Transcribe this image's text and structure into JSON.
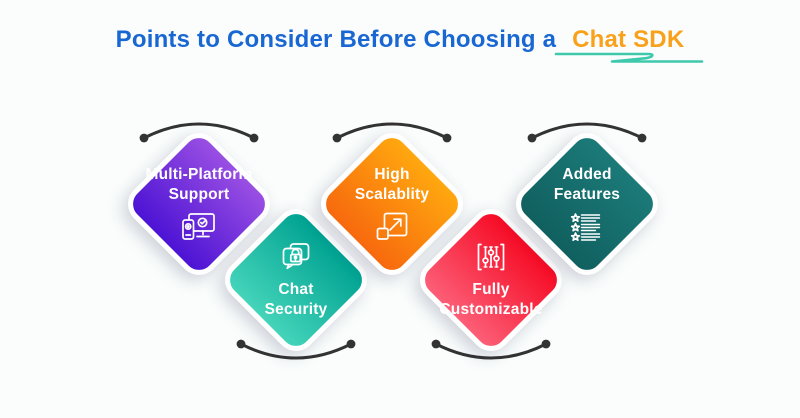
{
  "title": {
    "prefix": "Points to Consider Before Choosing a",
    "highlight": "Chat SDK"
  },
  "colors": {
    "background": "#fafdfc",
    "title_blue": "#1967d2",
    "title_orange": "#f9a11b",
    "squiggle_teal": "#3fc9ac",
    "arc_dark": "#333333",
    "card_text": "#ffffff"
  },
  "cards": [
    {
      "label_line1": "Multi-Platform",
      "label_line2": "Support",
      "icon": "devices-icon",
      "position": "top",
      "gradient_top": "#9a4fe3",
      "gradient_bottom": "#4c13d4"
    },
    {
      "label_line1": "Chat",
      "label_line2": "Security",
      "icon": "chat-lock-icon",
      "position": "bottom",
      "gradient_top": "#00a291",
      "gradient_bottom": "#44d4ba"
    },
    {
      "label_line1": "High",
      "label_line2": "Scalablity",
      "icon": "expand-icon",
      "position": "top",
      "gradient_top": "#ffa80f",
      "gradient_bottom": "#f7690e"
    },
    {
      "label_line1": "Fully",
      "label_line2": "Customizable",
      "icon": "sliders-icon",
      "position": "bottom",
      "gradient_top": "#f60b24",
      "gradient_bottom": "#fc5e77"
    },
    {
      "label_line1": "Added",
      "label_line2": "Features",
      "icon": "star-list-icon",
      "position": "top",
      "gradient_top": "#1b7a78",
      "gradient_bottom": "#10605f"
    }
  ]
}
